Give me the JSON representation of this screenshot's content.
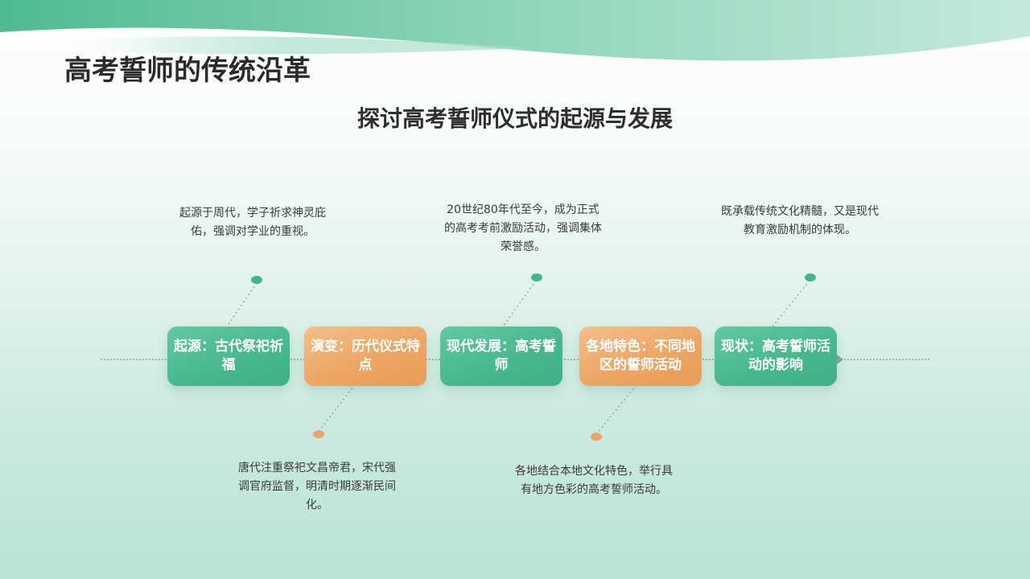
{
  "slide": {
    "title": "高考誓师的传统沿革",
    "subtitle": "探讨高考誓师仪式的起源与发展"
  },
  "colors": {
    "green": "#45b88d",
    "orange": "#eda664",
    "title_text": "#2b2b2b",
    "body_text": "#3a3a3a",
    "header_wave": "#5cc39b"
  },
  "timeline": {
    "items": [
      {
        "label": "起源：古代祭祀祈福",
        "color": "green",
        "description_position": "top",
        "description": "起源于周代，学子祈求神灵庇佑，强调对学业的重视。"
      },
      {
        "label": "演变：历代仪式特点",
        "color": "orange",
        "description_position": "bottom",
        "description": "唐代注重祭祀文昌帝君，宋代强调官府监督，明清时期逐渐民间化。"
      },
      {
        "label": "现代发展：高考誓师",
        "color": "green",
        "description_position": "top",
        "description": "20世纪80年代至今，成为正式的高考考前激励活动，强调集体荣誉感。"
      },
      {
        "label": "各地特色：不同地区的誓师活动",
        "color": "orange",
        "description_position": "bottom",
        "description": "各地结合本地文化特色，举行具有地方色彩的高考誓师活动。"
      },
      {
        "label": "现状：高考誓师活动的影响",
        "color": "green",
        "description_position": "top",
        "description": "既承载传统文化精髓，又是现代教育激励机制的体现。"
      }
    ]
  }
}
